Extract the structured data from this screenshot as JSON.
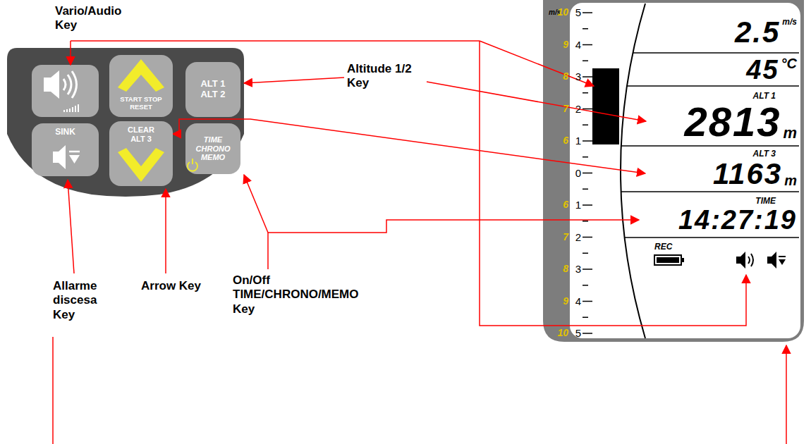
{
  "diagram": {
    "nodes": [
      {
        "text": [
          "START STOP RESET"
        ]
      },
      {
        "text": [
          "ALT 1 ALT 2"
        ]
      },
      {
        "text": [
          "SINK"
        ]
      },
      {
        "text": [
          "CLEAR ALT 3"
        ]
      },
      {
        "text": [
          "TIME CHRONO MEMO"
        ]
      },
      {
        "text": [
          "2.5",
          "m/s"
        ]
      },
      {
        "text": [
          "45",
          "°C"
        ]
      },
      {
        "text": [
          "ALT 1",
          "2813",
          "m"
        ]
      },
      {
        "text": [
          "ALT 3",
          "1163",
          "m"
        ]
      },
      {
        "text": [
          "TIME",
          "14:27:19"
        ]
      },
      {
        "text": [
          "REC"
        ]
      }
    ],
    "edges": [
      {
        "from": 3,
        "to": 8,
        "arrow": "both"
      }
    ],
    "labels": [
      "Vario/Audio Key",
      "Altitude 1/2 Key",
      "Allarme discesa Key",
      "Arrow Key",
      "On/Off TIME/CHRONO/MEMO Key",
      "m/s",
      "10",
      "9",
      "8",
      "7",
      "6",
      "6",
      "7",
      "8",
      "9",
      "10",
      "5",
      "4",
      "3",
      "2",
      "1",
      "0",
      "1",
      "2",
      "3",
      "4",
      "5"
    ]
  }
}
